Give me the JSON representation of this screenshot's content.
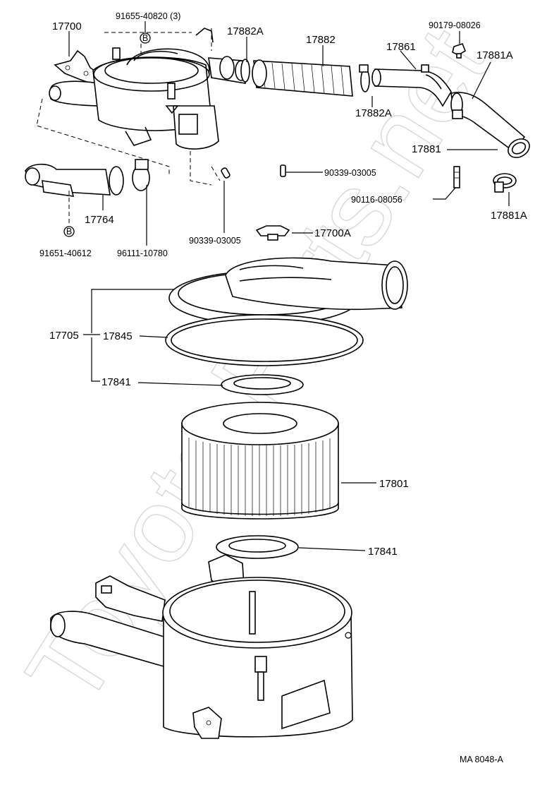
{
  "watermark": "Toyota-Parts.net",
  "diagram_code": "MA  8048-A",
  "parts": {
    "p17700": "17700",
    "p91655": "91655-40820 (3)",
    "p17882A_top": "17882A",
    "p17882": "17882",
    "p17861": "17861",
    "p90179": "90179-08026",
    "p17881A_top": "17881A",
    "p17882A_mid": "17882A",
    "p17881": "17881",
    "p90339_right": "90339-03005",
    "p90116": "90116-08056",
    "p17881A_bottom": "17881A",
    "p17764": "17764",
    "p91651": "91651-40612",
    "p96111": "96111-10780",
    "p90339_left": "90339-03005",
    "p17700A": "17700A",
    "p17705": "17705",
    "p17845": "17845",
    "p17841_upper": "17841",
    "p17801": "17801",
    "p17841_lower": "17841"
  },
  "bolt_marker": "B"
}
